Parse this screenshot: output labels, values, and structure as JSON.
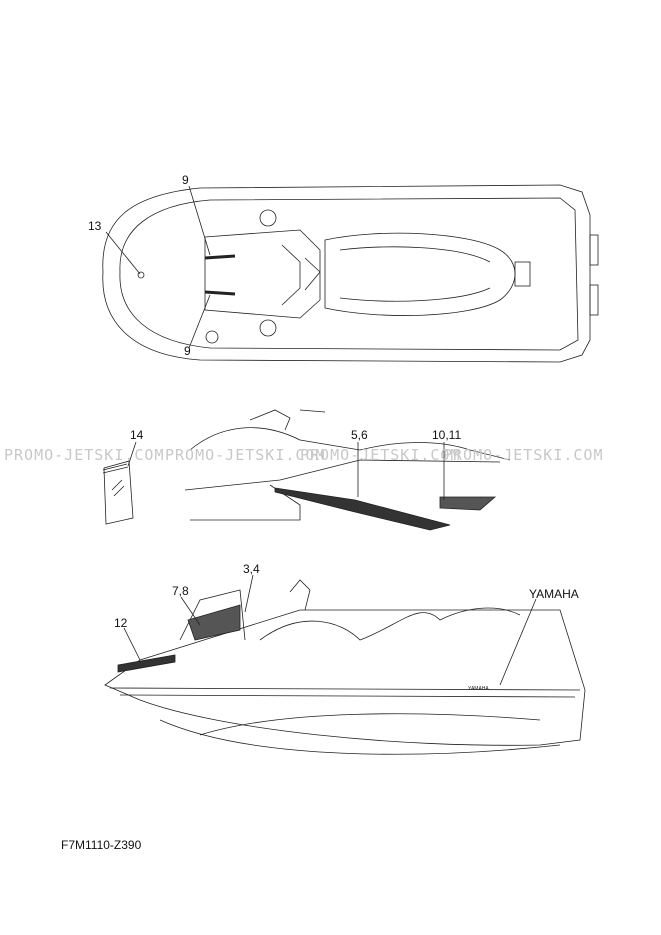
{
  "callouts": {
    "c9_top": "9",
    "c13": "13",
    "c9_bottom": "9",
    "c14": "14",
    "c56": "5,6",
    "c1011": "10,11",
    "c34": "3,4",
    "c78": "7,8",
    "c12": "12",
    "c12_brand": "YAMAHA"
  },
  "watermark": "PROMO-JETSKI.COM",
  "figure_code": "F7M1110-Z390"
}
